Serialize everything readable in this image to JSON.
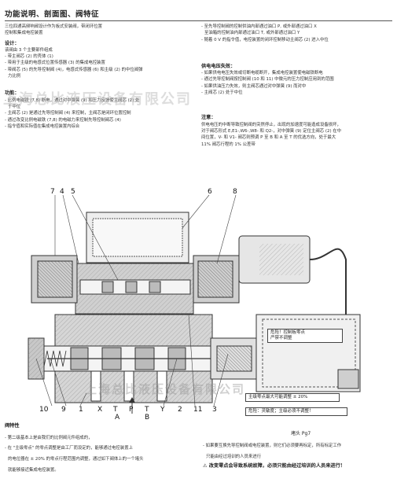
{
  "header": {
    "title": "功能说明、剖面图、阀特征"
  },
  "left": {
    "intro": [
      "三位四通高频响阀设计作为板式安装阀，带闭环位置",
      "控制和集成电控装置"
    ],
    "design_title": "设计：",
    "design_lines": [
      "该阀由 3 个主要部件组成",
      "- 带主阀芯 (2) 的壳体 (1)",
      "- 带用于主级的电感式位置传感器 (3) 的集成电控装置",
      "- 带阀芯 (5) 的先导控制阀 (4)，电感式传感器 (6) 和主级 (2) 的中位阀弹",
      "  力比例"
    ],
    "function_title": "功能：",
    "function_lines": [
      "- 比例电磁铁 (7,8) 断电，通过对中弹簧 (9) 和压力反馈使主阀芯 (2) 处",
      "  于中位",
      "- 主阀芯 (2) 是通过先导控制阀 (4) 来控制，主阀芯是闭环位置控制",
      "- 通过改变比例电磁铁 (7,8) 的电磁力来控制先导控制阀芯 (4)",
      "- 指令值和实际值在集成电控装置内综合"
    ]
  },
  "right": {
    "top_lines": [
      "- 至先导控制阀的控制供油内部通过油口 P, 或外部通过油口 X",
      "  至油箱的控制油内部通过油口 T, 或外部通过油口 Y",
      "- 随着 0 V 的指令值，电控装置的闭环控制移动主阀芯 (2) 进入中位"
    ],
    "power_title": "供电电压失效：",
    "power_lines": [
      "- 如果供电电压失效或切断电缆断开，集成电控装置使电磁铁断电",
      "- 通过先导控制阀按控制阀 (10 和 11) 中微元的压力控制应用到的范围",
      "- 如果供油压力失效，则主阀芯通过对中弹簧 (9) 而对中",
      "- 主阀芯 (2) 处于中位"
    ],
    "note_title": "注意：",
    "note_lines": [
      "供电电压的中断导致控制阀的突然停止，出现的加速度可能造成设备损坏，",
      "对于阀芯形式 E,E1-,W6-,W8- 和 Q2-，对中弹簧 (9) 定位主阀芯 (2) 在中",
      "间位置，V- 和 V1- 阀芯则预调 P 至 B 和 A 至 T 的优选方向，处于最大",
      "11% 阀芯行程的 1% 公差带"
    ]
  },
  "watermark": "上海总比液压设备有限公司",
  "watermark2": "上海总比液压设备有限公司",
  "diagram": {
    "callouts_top": [
      "7",
      "4",
      "5",
      "6",
      "8"
    ],
    "callouts_bottom": [
      "10",
      "9",
      "1",
      "X",
      "T",
      "P",
      "T",
      "Y",
      "2",
      "11",
      "3"
    ],
    "callout_ab": [
      "A",
      "B"
    ],
    "box_danger1": "危险！控制板零点",
    "box_danger1_sub": "严禁不调整",
    "box_zero": "主级零点最大可能调整 ± 20%",
    "box_danger2": "危险：灵敏度；主级必须不调整！",
    "cable_gland": "堵头 Pg7"
  },
  "bottom": {
    "title": "阀特性",
    "lines": [
      "- 第二级基本上是由我们的比例阀元件组成的，",
      "- 在 \"主级零点\" 的零点调整是由工厂而设定的，能够通过电控装置上",
      "  的电位器在 ± 20% 的零点行程范围内调整，通过如下阀体上的一个堵头",
      "  就能够接近集成电控装置。"
    ],
    "right_lines": [
      "- 如果要互换先导控制阀或电控装置，则它们必须要再标定，所有标定工作",
      "  只能由经过培训的人员来进行"
    ],
    "warning": "⚠ 改变零点会导致系统故障，必须只能由经过培训的人员来进行！"
  }
}
